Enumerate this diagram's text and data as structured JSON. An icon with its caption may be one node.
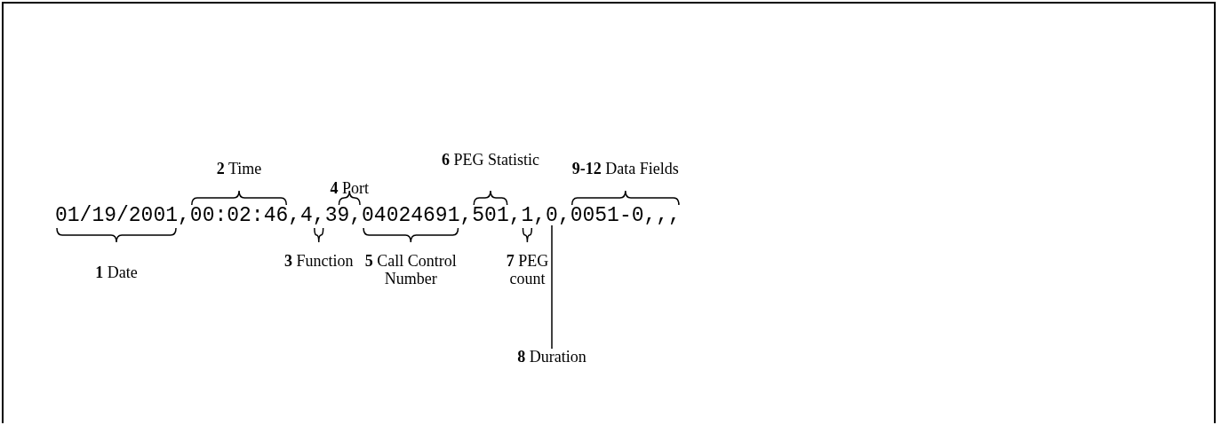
{
  "diagram": {
    "nodes": [
      {
        "text": [
          "**8** Duration"
        ]
      },
      {
        "text": [
          "01/19/2001,00:02:46,4,39,04024691,501,1,0,0051-0,,,"
        ]
      }
    ],
    "edges": [
      {
        "from": 0,
        "to": 1,
        "arrow": "none"
      }
    ],
    "labels": [
      "**2** Time",
      "**4** Port",
      "**6** PEG Statistic",
      "**9-12** Data Fields",
      "**3** Function",
      "**5** Call Control Number",
      "**7** PEG count",
      "**1** Date"
    ]
  }
}
